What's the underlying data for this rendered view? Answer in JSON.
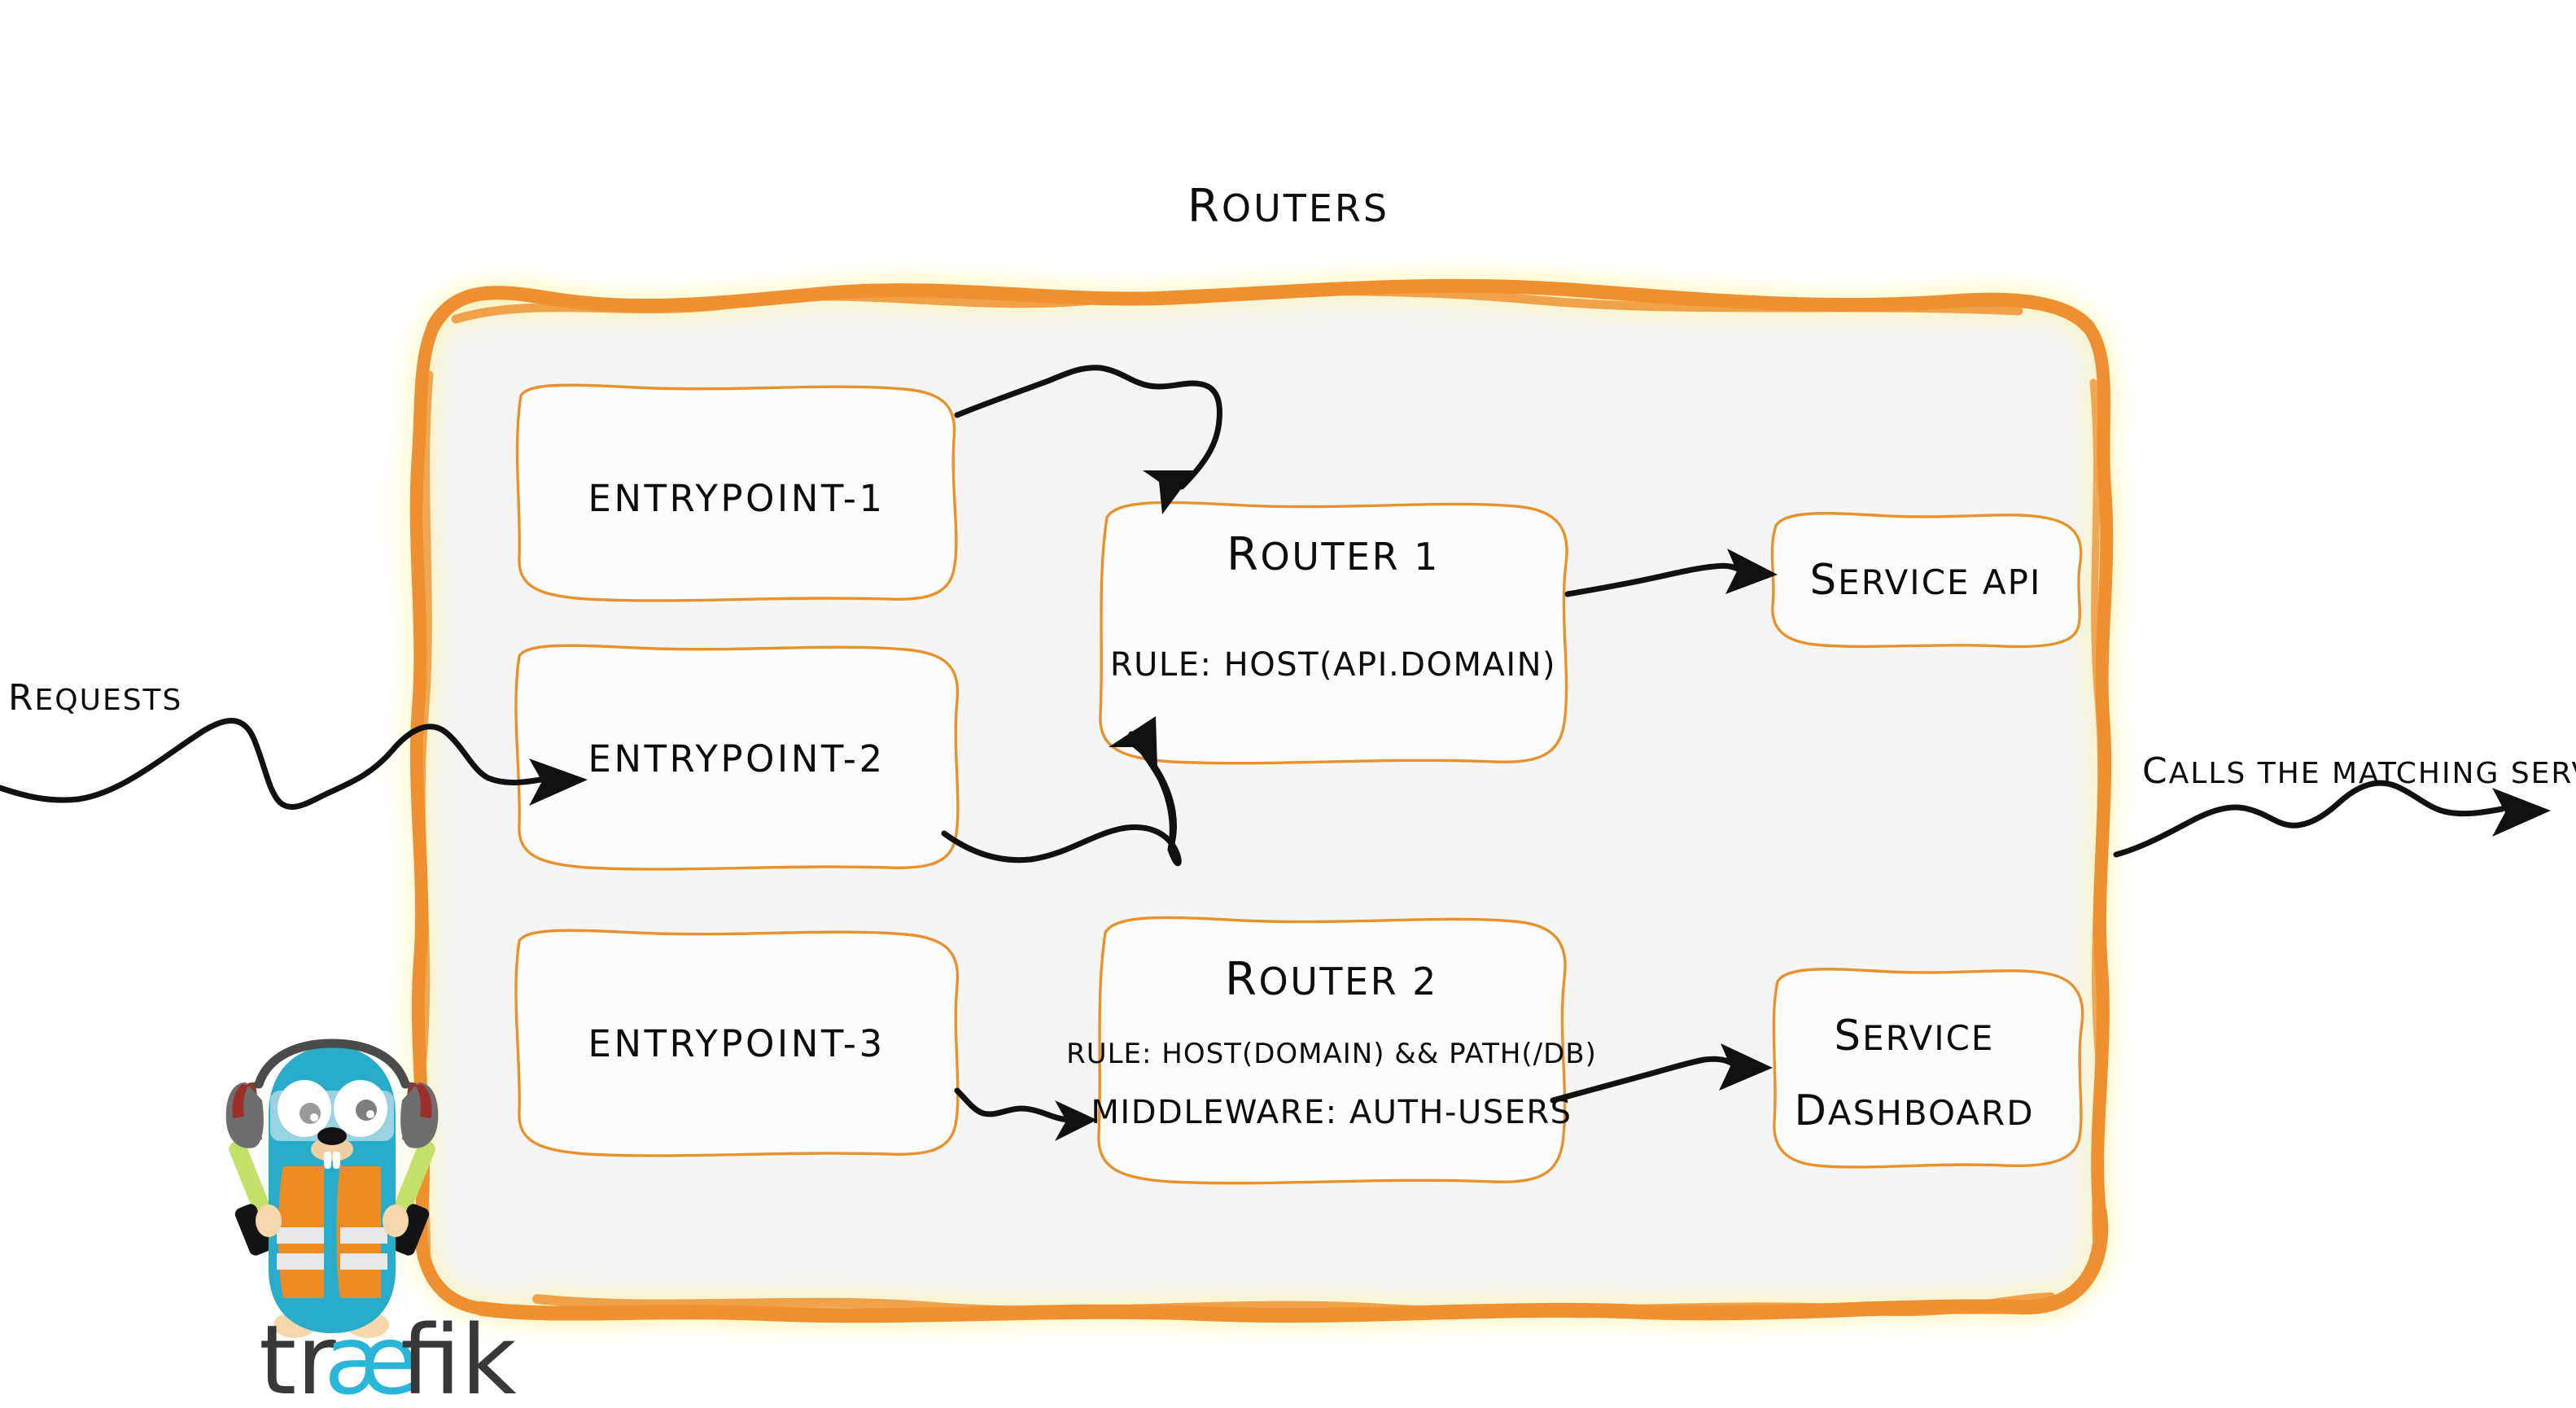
{
  "diagram": {
    "title": "Routers",
    "brand": "traefik",
    "colors": {
      "accent_orange": "#ee9030",
      "box_stroke": "#e8922e",
      "panel_fill": "#f5f5f5",
      "ink": "#111111",
      "gopher_body": "#29abca",
      "gopher_vest": "#ef8b23",
      "logo_cyan": "#29b6d8",
      "logo_dark": "#37383a"
    },
    "entrypoints": [
      {
        "label": "entrypoint-1"
      },
      {
        "label": "entrypoint-2"
      },
      {
        "label": "entrypoint-3"
      }
    ],
    "routers": [
      {
        "name": "Router 1",
        "lines": [
          {
            "text": "rule: Host(api.domain)"
          }
        ]
      },
      {
        "name": "Router 2",
        "lines": [
          {
            "text": "rule: Host(domain) && Path(/db)"
          },
          {
            "text": "Middleware: auth-users"
          }
        ]
      }
    ],
    "services": [
      {
        "lines": [
          "Service API"
        ]
      },
      {
        "lines": [
          "Service",
          "Dashboard"
        ]
      }
    ],
    "annotations": {
      "left": "Requests",
      "right": "Calls the matching server"
    },
    "logo": {
      "part1": "tr",
      "part2": "æ",
      "part3": "fik"
    }
  }
}
